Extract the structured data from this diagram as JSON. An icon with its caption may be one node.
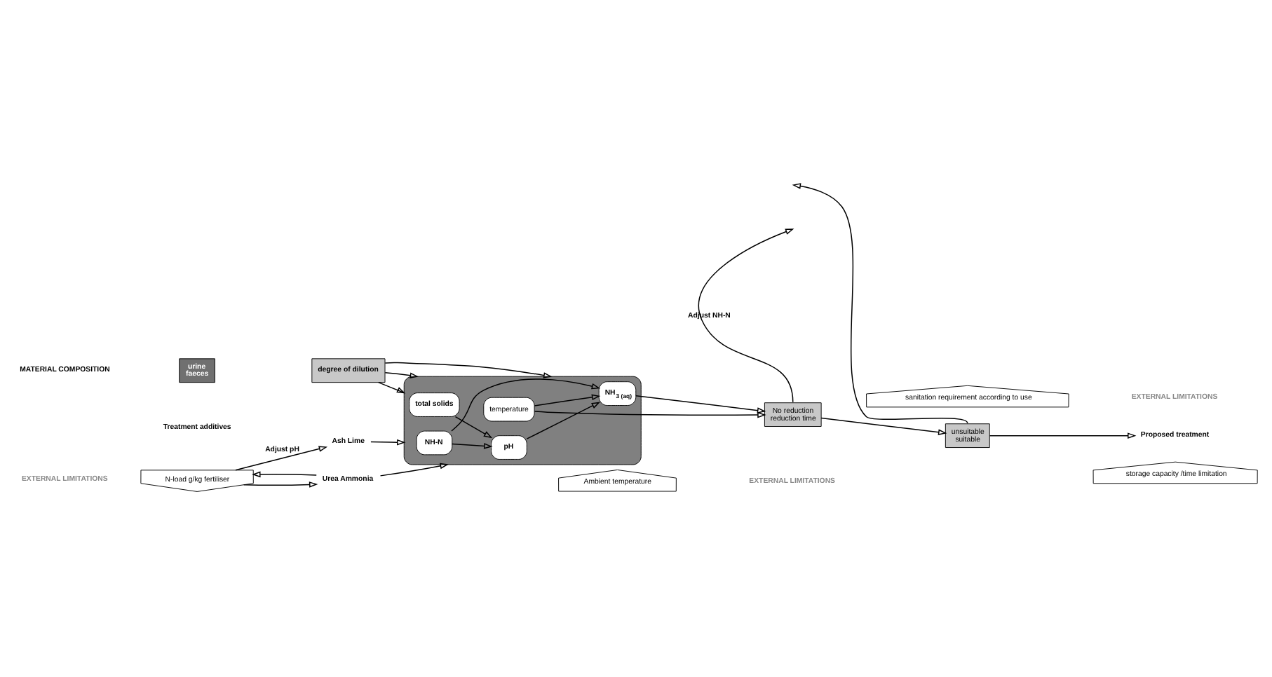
{
  "diagram": {
    "nodes": [
      {
        "text": [
          "N-load g/kg fertiliser"
        ]
      },
      {
        "text": [
          "Ash Lime"
        ]
      },
      {
        "text": [
          "Urea Ammonia"
        ]
      },
      {
        "text": [],
        "shape": "box"
      },
      {
        "text": [
          "NH-N"
        ],
        "in": 3
      },
      {
        "text": [
          "pH"
        ],
        "in": 3
      },
      {
        "text": [
          "total solids"
        ],
        "in": 3
      },
      {
        "text": [
          "NH$_{3 (aq)}$"
        ],
        "in": 3
      },
      {
        "text": [
          "temperature"
        ],
        "in": 3
      },
      {
        "text": [
          "urine",
          "faeces"
        ]
      },
      {
        "text": [
          "degree of dilution"
        ]
      },
      {
        "text": [
          "No reduction",
          "reduction time"
        ]
      },
      {
        "text": [
          "unsuitable",
          "suitable"
        ]
      },
      {
        "text": [
          "Proposed treatment"
        ]
      },
      {
        "text": [
          "Ambient temperature"
        ]
      },
      {
        "text": [
          "sanitation requirement according to use"
        ]
      },
      {
        "text": [
          "storage capacity /time limitation"
        ]
      }
    ],
    "edges": [
      {
        "from": 0,
        "to": 1,
        "arrow": "to",
        "label": "Adjust pH"
      },
      {
        "from": 2,
        "to": 0,
        "arrow": "to"
      },
      {
        "from": 0,
        "to": 2,
        "arrow": "to"
      },
      {
        "from": 1,
        "to": 3,
        "arrow": "to"
      },
      {
        "from": 2,
        "to": 3,
        "arrow": "to"
      },
      {
        "from": 10,
        "to": 3,
        "arrow": "to"
      },
      {
        "from": 10,
        "to": 3,
        "arrow": "to"
      },
      {
        "from": 10,
        "to": 3,
        "arrow": "to"
      },
      {
        "from": 4,
        "to": 5,
        "arrow": "to"
      },
      {
        "from": 6,
        "to": 5,
        "arrow": "to"
      },
      {
        "from": 4,
        "to": 7,
        "arrow": "to"
      },
      {
        "from": 5,
        "to": 7,
        "arrow": "to"
      },
      {
        "from": 8,
        "to": 7,
        "arrow": "to"
      },
      {
        "from": 7,
        "to": 11,
        "arrow": "to"
      },
      {
        "from": 8,
        "to": 11,
        "arrow": "to"
      },
      {
        "from": 11,
        "to": 12,
        "arrow": "to"
      },
      {
        "from": 12,
        "to": 13,
        "arrow": "to"
      },
      {
        "from": 11,
        "to": null,
        "arrow": "to",
        "label": "Adjust NH-N"
      },
      {
        "from": 12,
        "to": null,
        "arrow": "to"
      }
    ],
    "labels": [
      "EXTERNAL LIMITATIONS",
      "Treatment additives",
      "MATERIAL COMPOSITION",
      "EXTERNAL LIMITATIONS",
      "EXTERNAL LIMITATIONS"
    ]
  }
}
